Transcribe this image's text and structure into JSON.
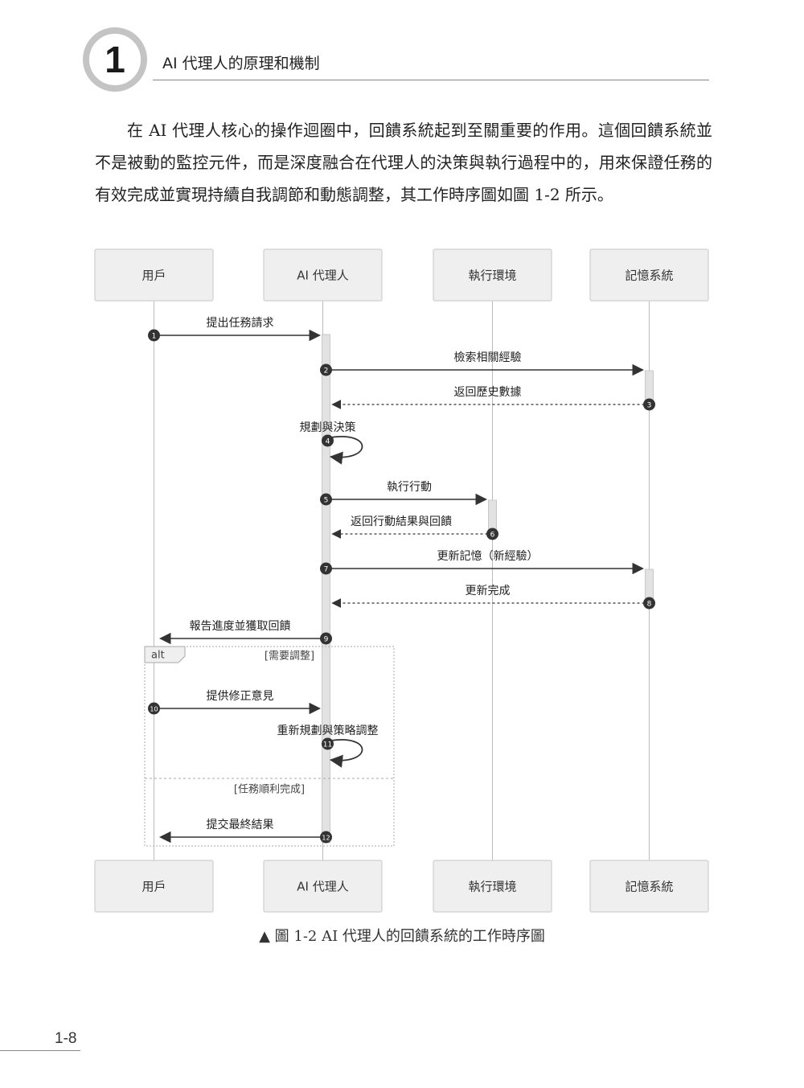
{
  "header": {
    "chapter_number": "1",
    "chapter_title": "AI 代理人的原理和機制"
  },
  "body": {
    "paragraph": "在 AI 代理人核心的操作迴圈中，回饋系統起到至關重要的作用。這個回饋系統並不是被動的監控元件，而是深度融合在代理人的決策與執行過程中的，用來保證任務的有效完成並實現持續自我調節和動態調整，其工作時序圖如圖 1-2 所示。"
  },
  "diagram": {
    "participants": [
      "用戶",
      "AI 代理人",
      "執行環境",
      "記憶系統"
    ],
    "messages": [
      {
        "num": "1",
        "from": 0,
        "to": 1,
        "label": "提出任務請求",
        "style": "solid"
      },
      {
        "num": "2",
        "from": 1,
        "to": 3,
        "label": "檢索相關經驗",
        "style": "solid"
      },
      {
        "num": "3",
        "from": 3,
        "to": 1,
        "label": "返回歷史數據",
        "style": "dashed"
      },
      {
        "num": "4",
        "from": 1,
        "to": 1,
        "label": "規劃與決策",
        "style": "self"
      },
      {
        "num": "5",
        "from": 1,
        "to": 2,
        "label": "執行行動",
        "style": "solid"
      },
      {
        "num": "6",
        "from": 2,
        "to": 1,
        "label": "返回行動結果與回饋",
        "style": "dashed"
      },
      {
        "num": "7",
        "from": 1,
        "to": 3,
        "label": "更新記憶（新經驗）",
        "style": "solid"
      },
      {
        "num": "8",
        "from": 3,
        "to": 1,
        "label": "更新完成",
        "style": "dashed"
      },
      {
        "num": "9",
        "from": 1,
        "to": 0,
        "label": "報告進度並獲取回饋",
        "style": "solid"
      },
      {
        "num": "10",
        "from": 0,
        "to": 1,
        "label": "提供修正意見",
        "style": "solid"
      },
      {
        "num": "11",
        "from": 1,
        "to": 1,
        "label": "重新規劃與策略調整",
        "style": "self"
      },
      {
        "num": "12",
        "from": 1,
        "to": 0,
        "label": "提交最終結果",
        "style": "solid"
      }
    ],
    "alt": {
      "tag": "alt",
      "conditions": [
        "[需要調整]",
        "[任務順利完成]"
      ]
    }
  },
  "caption": "▲ 圖 1-2 AI 代理人的回饋系統的工作時序圖",
  "page_number": "1-8"
}
